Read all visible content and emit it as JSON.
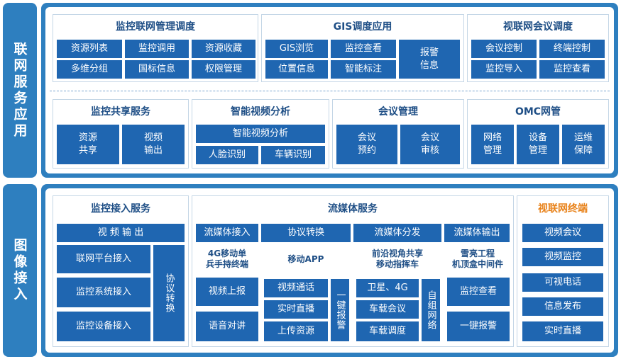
{
  "sections": {
    "top_label": "联网服务应用",
    "bottom_label": "图像接入"
  },
  "top_row1": [
    {
      "title": "监控联网管理调度",
      "cells": [
        "资源列表",
        "监控调用",
        "资源收藏",
        "多维分组",
        "国标信息",
        "权限管理"
      ]
    },
    {
      "title": "GIS调度应用",
      "cells": [
        "GIS浏览",
        "监控查看",
        "报警\n信息",
        "位置信息",
        "智能标注"
      ]
    },
    {
      "title": "视联网会议调度",
      "cells": [
        "会议控制",
        "终端控制",
        "监控导入",
        "监控查看"
      ]
    }
  ],
  "top_row2": [
    {
      "title": "监控共享服务",
      "cells": [
        "资源\n共享",
        "视频\n输出"
      ]
    },
    {
      "title": "智能视频分析",
      "cells": [
        "智能视频分析",
        "人脸识别",
        "车辆识别"
      ]
    },
    {
      "title": "会议管理",
      "cells": [
        "会议\n预约",
        "会议\n审核"
      ]
    },
    {
      "title": "OMC网管",
      "cells": [
        "网络\n管理",
        "设备\n管理",
        "运维\n保障"
      ]
    }
  ],
  "access": {
    "title": "监控接入服务",
    "video_out": "视 频 输 出",
    "items": [
      "联网平台接入",
      "监控系统接入",
      "监控设备接入"
    ],
    "protocol": "协议转换"
  },
  "media": {
    "title": "流媒体服务",
    "services": [
      "流媒体接入",
      "协议转换",
      "流媒体分发",
      "流媒体输出"
    ],
    "col1": {
      "title": "4G移动单\n兵手持终端",
      "items": [
        "视频上报",
        "语音对讲"
      ]
    },
    "col2": {
      "title": "移动APP",
      "items": [
        "视频通话",
        "实时直播",
        "上传资源"
      ],
      "side": "一键报警"
    },
    "col3": {
      "title": "前沿视角共享\n移动指挥车",
      "items": [
        "卫星、4G",
        "车载会议",
        "车载调度"
      ],
      "side": "自组网络"
    },
    "col4": {
      "title": "雪亮工程\n机顶盒中间件",
      "items": [
        "监控查看",
        "一键报警"
      ]
    }
  },
  "terminal": {
    "title": "视联网终端",
    "items": [
      "视频会议",
      "视频监控",
      "可视电话",
      "信息发布",
      "实时直播"
    ]
  },
  "colors": {
    "frame": "#2e7fbf",
    "cell": "#1f66b1",
    "title": "#1f4f86",
    "accent": "#e8821a"
  }
}
